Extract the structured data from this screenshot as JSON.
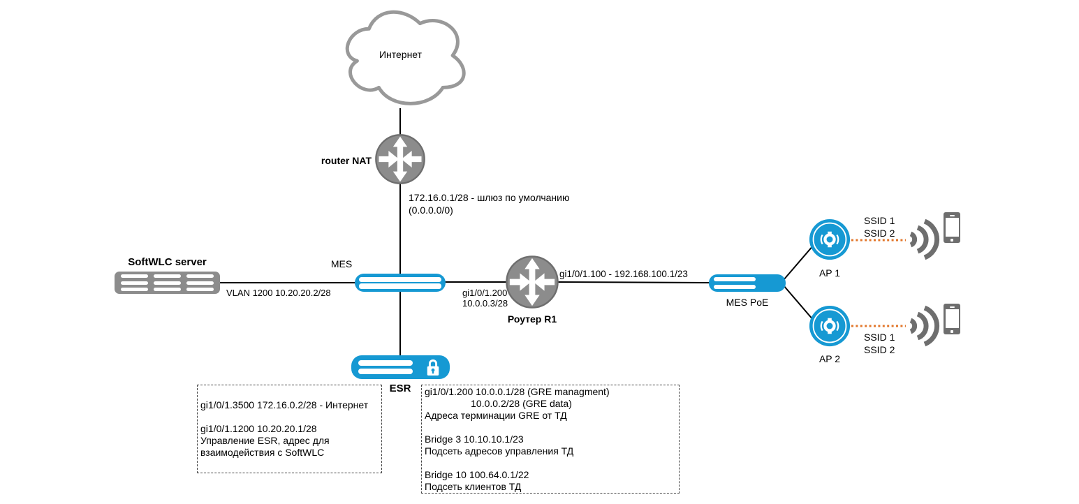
{
  "colors": {
    "accent_blue": "#1699D3",
    "device_gray": "#8C8C8C",
    "cloud_gray": "#999999",
    "wire_black": "#000000",
    "wifi_gray": "#6E6E6E",
    "ssid_orange": "#E2772C"
  },
  "nodes": {
    "internet": {
      "label": "Интернет"
    },
    "router_nat": {
      "label": "router NAT"
    },
    "gateway_note": {
      "line1": "172.16.0.1/28 - шлюз по умолчанию",
      "line2": "(0.0.0.0/0)"
    },
    "mes": {
      "label": "MES"
    },
    "softwlc": {
      "label": "SoftWLC server"
    },
    "router_r1": {
      "label": "Роутер R1"
    },
    "mes_poe": {
      "label": "MES PoE"
    },
    "ap1": {
      "label": "AP 1",
      "ssid1": "SSID 1",
      "ssid2": "SSID 2"
    },
    "ap2": {
      "label": "AP 2",
      "ssid1": "SSID 1",
      "ssid2": "SSID 2"
    },
    "esr": {
      "label": "ESR"
    }
  },
  "links": {
    "softwlc_mes": {
      "label": "VLAN 1200 10.20.20.2/28"
    },
    "mes_r1": {
      "line1": "gi1/0/1.200",
      "line2": "10.0.0.3/28"
    },
    "r1_mespoe": {
      "label": "gi1/0/1.100 - 192.168.100.1/23"
    }
  },
  "notes": {
    "esr_box": {
      "lines": [
        "gi1/0/1.3500 172.16.0.2/28 - Интернет",
        "",
        "gi1/0/1.1200 10.20.20.1/28",
        "Управление ESR, адрес для",
        "взаимодействия с SoftWLC"
      ]
    },
    "r1_box": {
      "lines": [
        "gi1/0/1.200 10.0.0.1/28 (GRE managment)",
        "                 10.0.0.2/28 (GRE data)",
        "Адреса терминации GRE от ТД",
        "",
        "Bridge 3 10.10.10.1/23",
        "Подсеть адресов управления ТД",
        "",
        "Bridge 10 100.64.0.1/22",
        "Подсеть клиентов ТД"
      ]
    }
  }
}
